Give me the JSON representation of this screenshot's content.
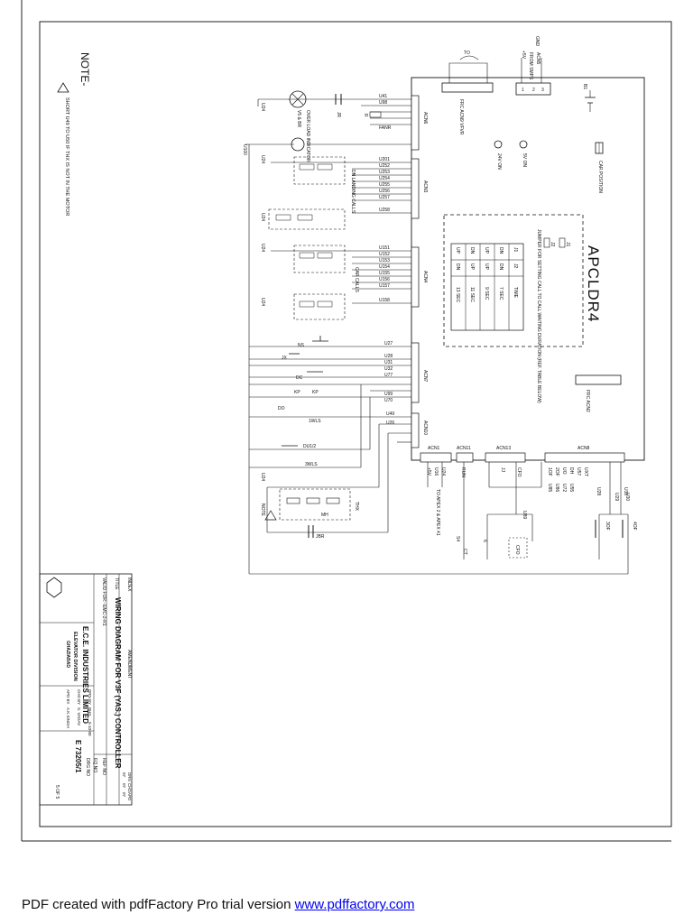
{
  "note": {
    "heading": "NOTE-",
    "text": "SHORT U49 TO U50 IF THX IS NOT IN THE MOTOR",
    "marker": "1"
  },
  "board": {
    "title": "APCLDR4",
    "car_position": "CAR POSITION",
    "b1": "B1",
    "v5_on": "5V ON",
    "v24_on": "24V ON",
    "acn5_top": "ACN5",
    "acn5_from": "FROM SMPS",
    "gnd": "GND",
    "plus5v": "+5V",
    "frc_acn9": "FRC ACN9 VFVR",
    "to": "TO",
    "jumper_note": "JUMPER FOR SETTING CALL TO CALL WAITING DURATION (REF. TABLE BELOW)",
    "j1": "J1",
    "j2": "J2",
    "frc_acn2": "FRC ACN2"
  },
  "jumper_table": {
    "headers": [
      "J1",
      "J2",
      "TIME"
    ],
    "rows": [
      [
        "DN",
        "DN",
        "7 SEC"
      ],
      [
        "UP",
        "UP",
        "9 SEC"
      ],
      [
        "DN",
        "UP",
        "11 SEC"
      ],
      [
        "UP",
        "DN",
        "13 SEC"
      ]
    ]
  },
  "connectors": {
    "acn6": "ACN6",
    "acn3": "ACN3",
    "acn4": "ACN4",
    "acn7": "ACN7",
    "acn10": "ACN10",
    "acn1": "ACN1",
    "acn11": "ACN11",
    "acn13": "ACN13",
    "acn8": "ACN8"
  },
  "signals": {
    "acn6": [
      "U41",
      "U98",
      "",
      "",
      "FANR",
      ""
    ],
    "acn3": [
      "U201",
      "U252",
      "U253",
      "U254",
      "U255",
      "U256",
      "U257",
      "U258"
    ],
    "acn4": [
      "U151",
      "U152",
      "U153",
      "U154",
      "U155",
      "U156",
      "U157",
      "U158"
    ],
    "acn7": [
      "U27",
      "U28",
      "U31",
      "U32",
      "U77",
      "",
      "U99",
      "U70"
    ],
    "acn10": [
      "U49",
      "U26"
    ],
    "acn1": [
      "+5V",
      "U16",
      "U24"
    ],
    "acn11": [
      "RUN"
    ],
    "acn13": [
      "JJ",
      "CFO"
    ],
    "acn8": [
      "1OF",
      "2OF",
      "UO",
      "DH",
      "U57",
      "UXT",
      "U28",
      "U30"
    ],
    "acn8_lower": [
      "U85",
      "U86",
      "U72",
      "U55"
    ]
  },
  "labels": {
    "overload": "OVER LOAD INDICATOR",
    "v5br": "V5 & BR",
    "jr": "JR",
    "r": "R",
    "dn_landing": "DN LANDING CALLS",
    "car_calls": "CAR CALLS",
    "u24": "U24",
    "u100": "U100",
    "ns": "NS",
    "jx": "JX",
    "dc": "DC",
    "kp1": "KP",
    "kp2": "KP",
    "do": "DO",
    "wls1": "1WLS",
    "du": "DU1/2",
    "wls3": "3WLS",
    "mh": "MH",
    "thx": "THX",
    "note": "NOTE",
    "jbr": "JBR",
    "toapex": "TO APEX 2 & APEX 41",
    "u89": "U89",
    "s4": "S4",
    "ct": "CT",
    "s3": "S3",
    "s6": "6",
    "cfo_relay": "CFO",
    "u29": "U29",
    "u30": "U30",
    "f3": "3OF",
    "f4": "4OF",
    "u201_bottom": "U26"
  },
  "title_block": {
    "index": "INDEX",
    "amendment": "AMENDMENT",
    "title_label": "TITLE",
    "title": "WIRING DIAGRAM FOR V3F (YAS.) CONTROLLER",
    "valid_for_label": "VALID FOR:-",
    "valid_for": "EMC-2-R1",
    "company": "E.C.E. INDUSTRIES LIMITED",
    "division": "ELEVATOR DIVISION",
    "city": "GHAZIABAD",
    "drn_by": "DRN BY",
    "chd_by": "CHD BY",
    "apd_by": "APD BY",
    "drn_name": "BHG",
    "chd_name": "S. VADAV",
    "apd_name": "A.K.SINGH",
    "date": "5-10-00",
    "ref_no": "REF NO",
    "eq_no": "EQ NO",
    "drg_no": "DRG NO",
    "drawing_no": "E 73205/1",
    "sheet": "5 OF 5",
    "drn": "DRN",
    "chd": "CHD",
    "apd": "APD",
    "drn_d": "07",
    "chd_d": "07",
    "apd_d": "07"
  },
  "footer": {
    "text": "PDF created with pdfFactory Pro trial version ",
    "link": "www.pdffactory.com"
  }
}
